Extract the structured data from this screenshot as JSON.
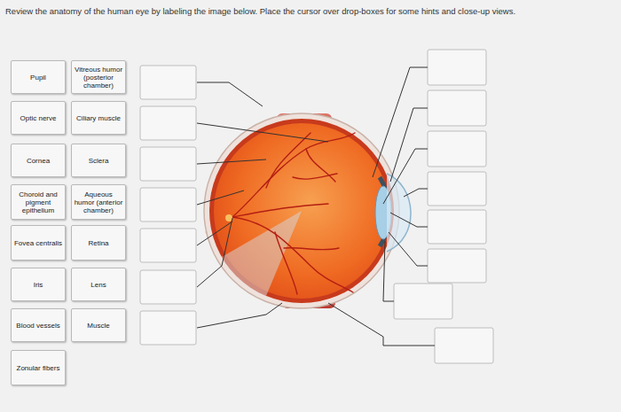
{
  "diagram": {
    "title": "Review the anatomy of the human eye by labeling the image below. Place the cursor over drop-boxes for some hints and close-up views.",
    "nodes": [
      {
        "text": [
          "Pupil"
        ]
      },
      {
        "text": [
          "Vitreous humor (posterior chamber)"
        ]
      },
      {
        "text": [
          "Optic nerve"
        ]
      },
      {
        "text": [
          "Ciliary muscle"
        ]
      },
      {
        "text": [
          "Cornea"
        ]
      },
      {
        "text": [
          "Sclera"
        ]
      },
      {
        "text": [
          "Choroid and pigment epithelium"
        ]
      },
      {
        "text": [
          "Aqueous humor (anterior chamber)"
        ]
      },
      {
        "text": [
          "Fovea centralis"
        ]
      },
      {
        "text": [
          "Retina"
        ]
      },
      {
        "text": [
          "Iris"
        ]
      },
      {
        "text": [
          "Lens"
        ]
      },
      {
        "text": [
          "Blood vessels"
        ]
      },
      {
        "text": [
          "Muscle"
        ]
      },
      {
        "text": [
          "Zonular fibers"
        ]
      }
    ]
  }
}
